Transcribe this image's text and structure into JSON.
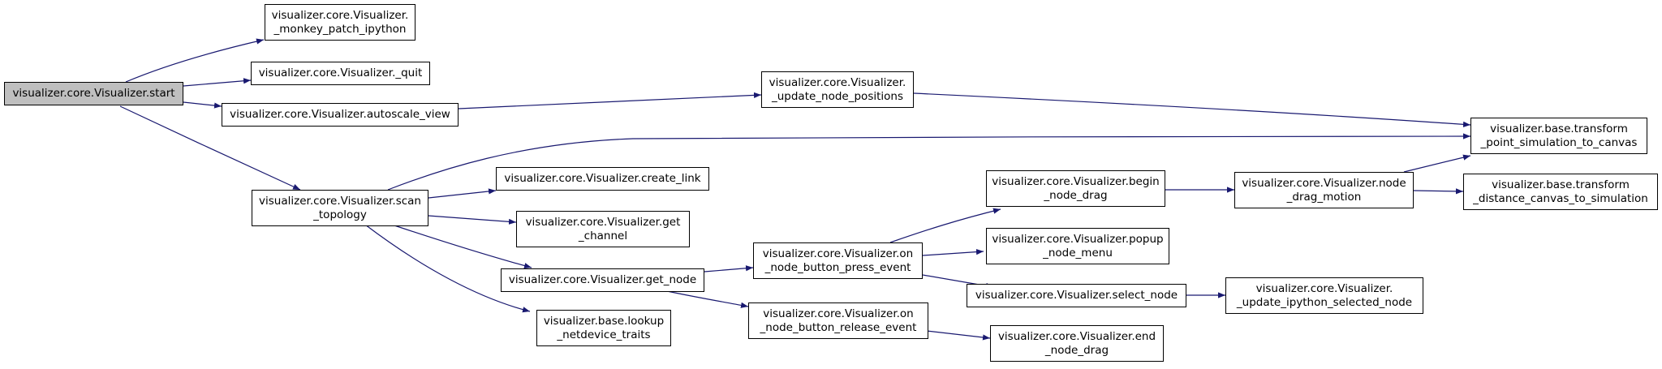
{
  "colors": {
    "edge": "#191970",
    "root_fill": "#bfbfbf",
    "node_fill": "#ffffff",
    "border": "#000000"
  },
  "nodes": {
    "start": "visualizer.core.Visualizer.start",
    "monkey_patch": "visualizer.core.Visualizer.\n_monkey_patch_ipython",
    "quit": "visualizer.core.Visualizer._quit",
    "autoscale": "visualizer.core.Visualizer.autoscale_view",
    "update_positions": "visualizer.core.Visualizer.\n_update_node_positions",
    "transform_point": "visualizer.base.transform\n_point_simulation_to_canvas",
    "scan_topology": "visualizer.core.Visualizer.scan\n_topology",
    "create_link": "visualizer.core.Visualizer.create_link",
    "get_channel": "visualizer.core.Visualizer.get\n_channel",
    "get_node": "visualizer.core.Visualizer.get_node",
    "lookup_traits": "visualizer.base.lookup\n_netdevice_traits",
    "on_press": "visualizer.core.Visualizer.on\n_node_button_press_event",
    "on_release": "visualizer.core.Visualizer.on\n_node_button_release_event",
    "begin_drag": "visualizer.core.Visualizer.begin\n_node_drag",
    "popup_menu": "visualizer.core.Visualizer.popup\n_node_menu",
    "select_node": "visualizer.core.Visualizer.select_node",
    "end_drag": "visualizer.core.Visualizer.end\n_node_drag",
    "drag_motion": "visualizer.core.Visualizer.node\n_drag_motion",
    "transform_distance": "visualizer.base.transform\n_distance_canvas_to_simulation",
    "update_selected": "visualizer.core.Visualizer.\n_update_ipython_selected_node"
  }
}
